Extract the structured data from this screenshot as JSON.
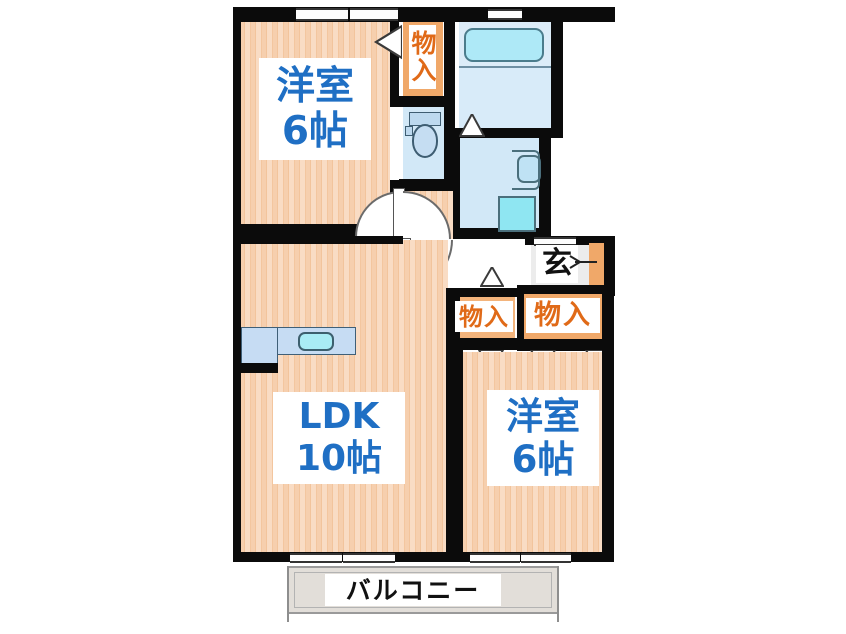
{
  "plan": {
    "title": "apartment-floor-plan",
    "colors": {
      "wall": "#0b0b0b",
      "floor": "#f6cfae",
      "room_label": "#1f6fc4",
      "closet_label": "#e06a18",
      "water_area": "#dcecf8",
      "balcony": "#e2ded9",
      "closet_fill": "#f0a869"
    },
    "rooms": [
      {
        "id": "bedroom-north",
        "name_line1": "洋室",
        "name_line2": "6帖",
        "label_color": "#1f6fc4"
      },
      {
        "id": "ldk",
        "name_line1": "LDK",
        "name_line2": "10帖",
        "label_color": "#1f6fc4"
      },
      {
        "id": "bedroom-south",
        "name_line1": "洋室",
        "name_line2": "6帖",
        "label_color": "#1f6fc4"
      }
    ],
    "closets": [
      {
        "id": "closet-north",
        "label": "物入",
        "orientation": "vertical"
      },
      {
        "id": "closet-middle",
        "label": "物入",
        "orientation": "horizontal"
      },
      {
        "id": "closet-entry",
        "label": "物入",
        "orientation": "horizontal"
      }
    ],
    "entrance": {
      "id": "genkan",
      "label": "玄"
    },
    "balcony": {
      "id": "balcony",
      "label": "バルコニー"
    },
    "fixtures": [
      {
        "id": "bathtub",
        "name": "bathtub"
      },
      {
        "id": "toilet",
        "name": "toilet"
      },
      {
        "id": "washbasin",
        "name": "washbasin"
      },
      {
        "id": "washer-space",
        "name": "washing-machine-space"
      },
      {
        "id": "kitchen-sink",
        "name": "kitchen-sink-counter"
      },
      {
        "id": "cooktop",
        "name": "cooktop"
      }
    ],
    "openings": {
      "north_windows": 2,
      "south_sliding_doors": 4,
      "swing_doors": 4,
      "closet_folding_doors": 4
    }
  }
}
